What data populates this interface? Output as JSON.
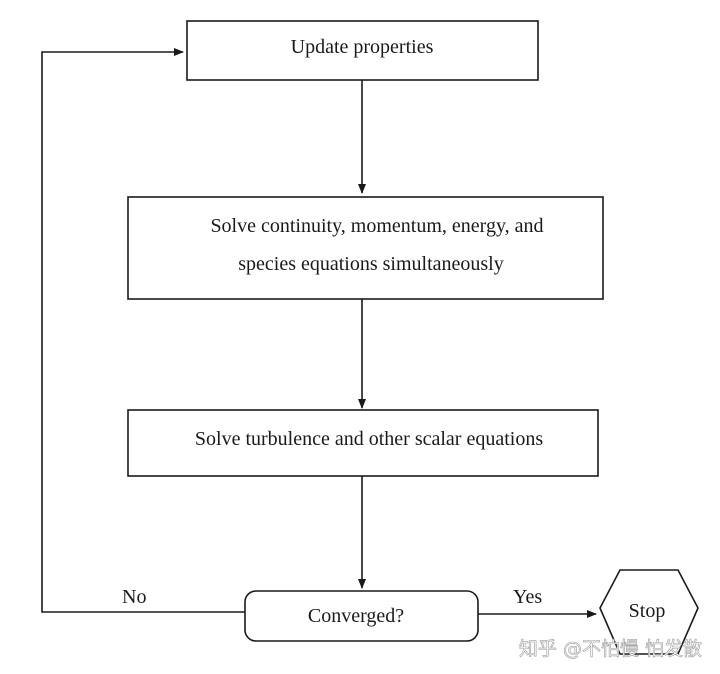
{
  "diagram": {
    "nodes": {
      "update": {
        "label": "Update properties"
      },
      "solve_main": {
        "line1": "Solve continuity, momentum, energy, and",
        "line2": "species equations simultaneously"
      },
      "solve_turb": {
        "label": "Solve turbulence and other scalar equations"
      },
      "converged": {
        "label": "Converged?"
      },
      "stop": {
        "label": "Stop"
      }
    },
    "edges": {
      "no_label": "No",
      "yes_label": "Yes"
    }
  },
  "watermark": {
    "text": "知乎 @不怕慢 怕发散"
  },
  "colors": {
    "stroke": "#1a1a1a",
    "background": "#ffffff"
  }
}
